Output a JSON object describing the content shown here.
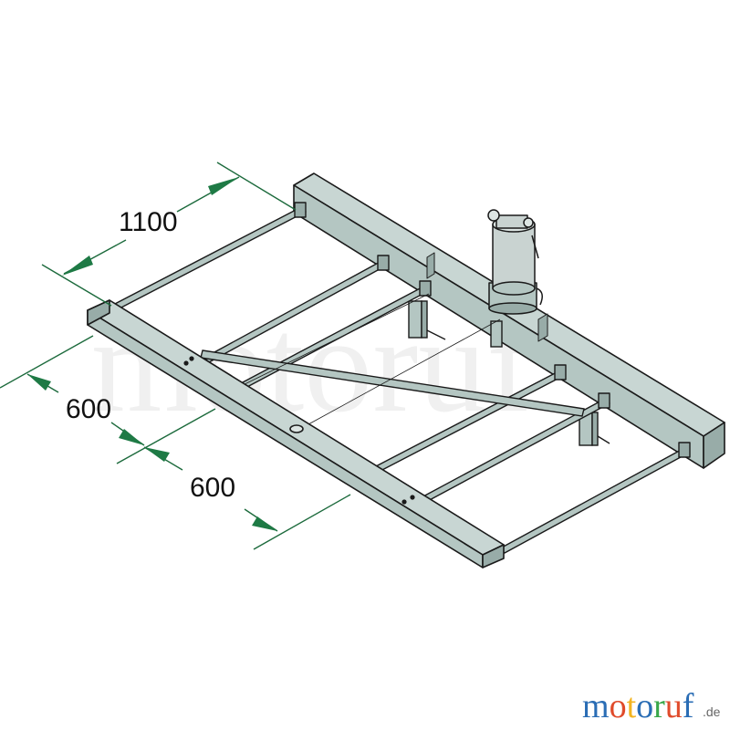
{
  "dimensions": {
    "length": "1100",
    "spacing_a": "600",
    "spacing_b": "600"
  },
  "watermark": {
    "text": "motoruf"
  },
  "brand": {
    "letters": [
      "m",
      "o",
      "t",
      "o",
      "r",
      "u",
      "f"
    ],
    "letter_colors": [
      "#2a6db5",
      "#e04b2b",
      "#f3b420",
      "#2a6db5",
      "#3aa84b",
      "#e04b2b",
      "#2a6db5"
    ],
    "tld": ".de"
  },
  "colors": {
    "frame_fill": "#b4c6c2",
    "frame_shade": "#98aca8",
    "outline": "#1a1a1a",
    "dimension_line": "#1c6a3c",
    "dimension_arrow": "#1e7a45",
    "motor_fill": "#c9d3d1"
  },
  "icons": {
    "motor": "gear-motor-icon"
  }
}
